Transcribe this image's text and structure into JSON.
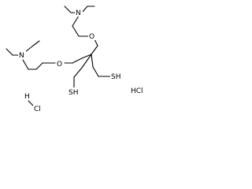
{
  "structure": {
    "atoms": {
      "n_top": "N",
      "o_top": "O",
      "n_left": "N",
      "o_left": "O",
      "sh_left": "SH",
      "sh_right": "SH",
      "hcl_right": "HCl",
      "hcl_left_h": "H",
      "hcl_left_cl": "Cl"
    }
  }
}
